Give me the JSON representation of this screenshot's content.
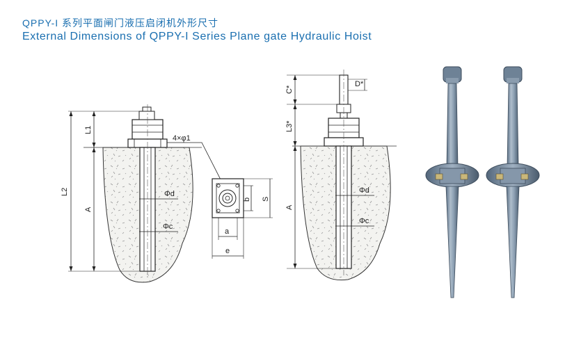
{
  "title": {
    "cn": "QPPY-I 系列平面闸门液压启闭机外形尺寸",
    "en": "External Dimensions of QPPY-I Series Plane gate Hydraulic Hoist"
  },
  "left_drawing": {
    "labels": {
      "l1": "L1",
      "l2": "L2",
      "a": "A",
      "phi_d": "Φd",
      "phi_c": "Φc"
    }
  },
  "flange_view": {
    "labels": {
      "bolts": "4×φ1",
      "s": "S",
      "b": "b",
      "a": "a",
      "e": "e"
    }
  },
  "right_drawing": {
    "labels": {
      "d": "D*",
      "c": "C*",
      "l3": "L3*",
      "a": "A",
      "phi_d": "Φd",
      "phi_c": "Φc"
    }
  },
  "colors": {
    "title": "#1a6fb0",
    "steel": "#7d93a8",
    "concrete": "#f1f1ee"
  }
}
